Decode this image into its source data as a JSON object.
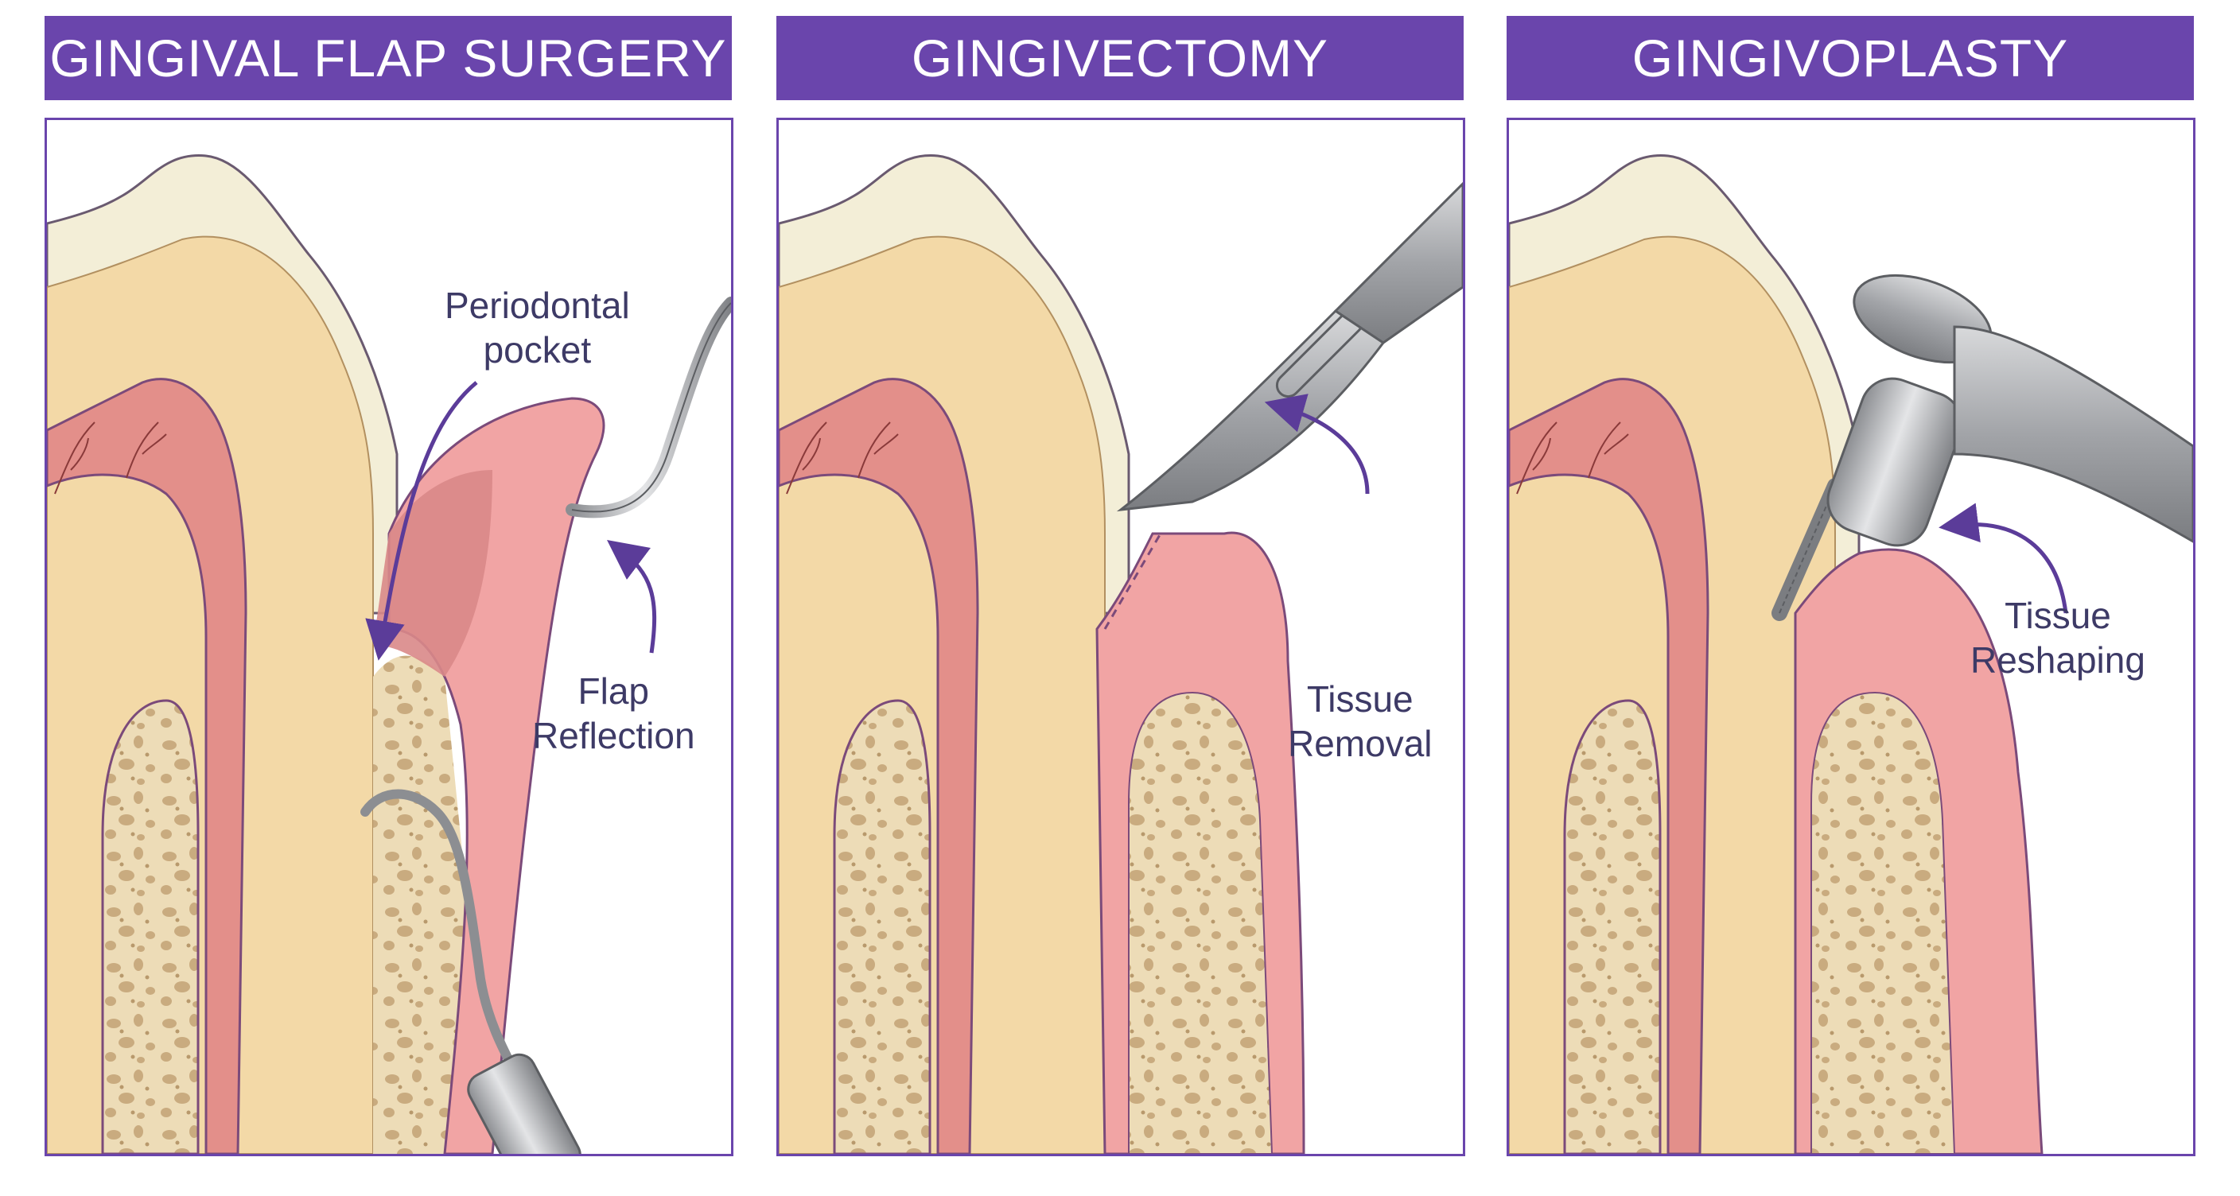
{
  "colors": {
    "header_bg": "#6a45ac",
    "header_text": "#ffffff",
    "frame_border": "#6a45ac",
    "enamel": "#f3eed7",
    "dentin": "#f3d9a7",
    "pulp": "#e38f8a",
    "gum": "#f1a4a4",
    "bone": "#eddcb7",
    "bone_pores": "#c5a77a",
    "instrument": "#a9abaf",
    "label_text": "#3d3a66",
    "arrow": "#5b3c99"
  },
  "panels": [
    {
      "title": "GINGIVAL FLAP SURGERY",
      "labels": [
        {
          "line1": "Periodontal",
          "line2": "pocket"
        },
        {
          "line1": "Flap",
          "line2": "Reflection"
        }
      ],
      "icons": [
        "tooth-icon",
        "periodontal-probe-icon",
        "curette-icon"
      ]
    },
    {
      "title": "GINGIVECTOMY",
      "labels": [
        {
          "line1": "Tissue",
          "line2": "Removal"
        }
      ],
      "icons": [
        "tooth-icon",
        "scalpel-icon"
      ]
    },
    {
      "title": "GINGIVOPLASTY",
      "labels": [
        {
          "line1": "Tissue",
          "line2": "Reshaping"
        }
      ],
      "icons": [
        "tooth-icon",
        "dental-handpiece-icon"
      ]
    }
  ]
}
